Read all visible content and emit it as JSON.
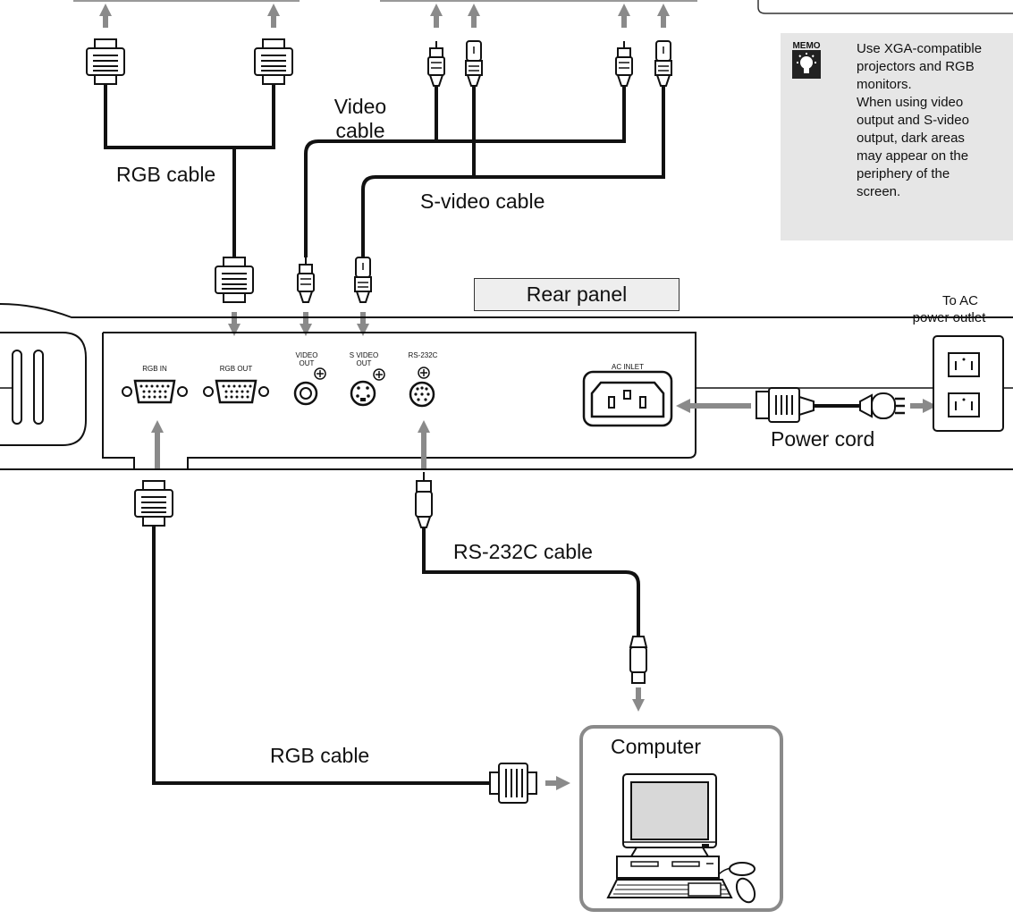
{
  "labels": {
    "video_cable_line1": "Video",
    "video_cable_line2": "cable",
    "rgb_cable_top": "RGB cable",
    "svideo_cable": "S-video cable",
    "rear_panel": "Rear panel",
    "to_ac_line1": "To AC",
    "to_ac_line2": "power outlet",
    "power_cord": "Power cord",
    "rs232c_cable": "RS-232C cable",
    "rgb_cable_bottom": "RGB cable",
    "computer": "Computer"
  },
  "ports": {
    "rgb_in": "RGB IN",
    "rgb_out": "RGB OUT",
    "video_out_line1": "VIDEO",
    "video_out_line2": "OUT",
    "svideo_out_line1": "S VIDEO",
    "svideo_out_line2": "OUT",
    "rs232c": "RS-232C",
    "ac_inlet": "AC INLET"
  },
  "memo": {
    "icon_text": "MEMO",
    "lines": [
      "Use XGA-compatible",
      "projectors and RGB",
      "monitors.",
      "When using video",
      "output and S-video",
      "output, dark areas",
      "may appear on the",
      "periphery of the",
      "screen."
    ]
  },
  "colors": {
    "arrow": "#8a8a8a",
    "cable": "#111111",
    "memo_bg": "#e6e6e6",
    "computer_frame": "#8a8a8a"
  }
}
